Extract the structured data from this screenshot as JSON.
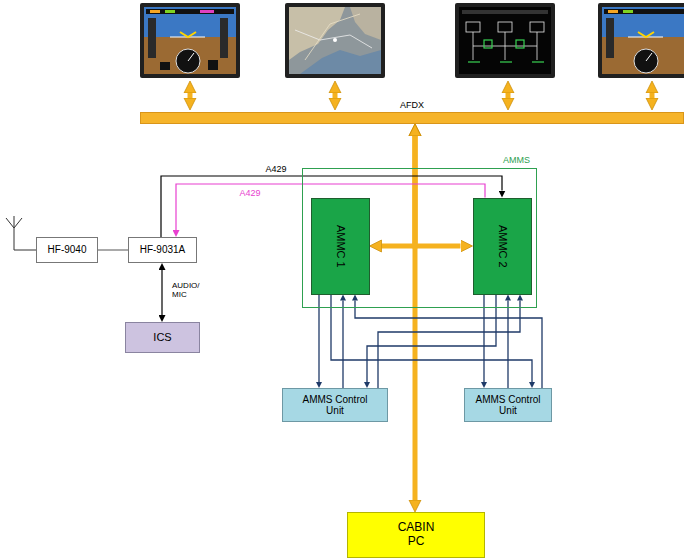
{
  "diagram": {
    "nodes": [
      {
        "text": [
          "AFDX"
        ]
      },
      {
        "text": [
          "AMMS"
        ]
      },
      {
        "text": [
          "AMMC 1"
        ],
        "in": 1
      },
      {
        "text": [
          "AMMC 2"
        ],
        "in": 1
      },
      {
        "text": [
          "HF-9040"
        ]
      },
      {
        "text": [
          "HF-9031A"
        ]
      },
      {
        "text": [
          "ICS"
        ]
      },
      {
        "text": [
          "AMMS Control Unit"
        ]
      },
      {
        "text": [
          "AMMS Control Unit"
        ]
      },
      {
        "text": [
          "CABIN PC"
        ]
      }
    ],
    "edges": [
      {
        "from": 0,
        "to": 2,
        "arrow": "both"
      },
      {
        "from": 0,
        "to": 3,
        "arrow": "both"
      },
      {
        "from": 0,
        "to": 9,
        "arrow": "both"
      },
      {
        "from": 4,
        "to": 5,
        "arrow": "none"
      },
      {
        "from": 5,
        "to": 3,
        "arrow": "to",
        "label": "A429"
      },
      {
        "from": 3,
        "to": 5,
        "arrow": "to",
        "label": "A429"
      },
      {
        "from": 5,
        "to": 6,
        "arrow": "both",
        "label": "AUDIO/ MIC"
      },
      {
        "from": 2,
        "to": 7,
        "arrow": "to"
      },
      {
        "from": 7,
        "to": 2,
        "arrow": "to"
      },
      {
        "from": 2,
        "to": 8,
        "arrow": "to"
      },
      {
        "from": 8,
        "to": 2,
        "arrow": "to"
      },
      {
        "from": 3,
        "to": 8,
        "arrow": "to"
      },
      {
        "from": 8,
        "to": 3,
        "arrow": "to"
      },
      {
        "from": 3,
        "to": 7,
        "arrow": "to"
      },
      {
        "from": 7,
        "to": 3,
        "arrow": "to"
      }
    ]
  }
}
